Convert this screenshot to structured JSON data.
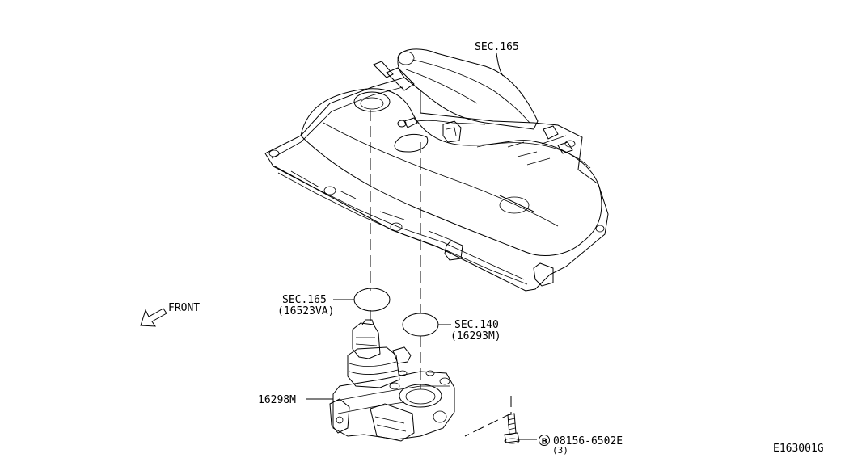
{
  "labels": {
    "sec165_top": "SEC.165",
    "front": "FRONT",
    "sec165_gasket": "SEC.165",
    "sec165_gasket_part": "(16523VA)",
    "sec140_gasket": "SEC.140",
    "sec140_gasket_part": "(16293M)",
    "throttle_body_part": "16298M",
    "bolt_marker": "B",
    "bolt_part": "08156-6502E",
    "bolt_qty": "(3)",
    "diagram_code": "E163001G"
  }
}
